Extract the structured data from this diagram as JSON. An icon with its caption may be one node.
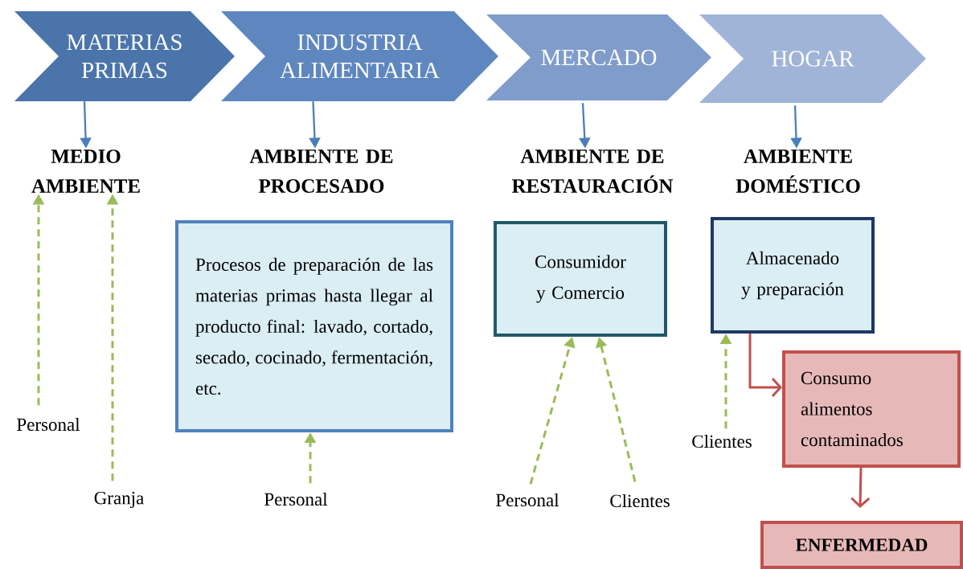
{
  "diagram": {
    "nodes": [
      {
        "text": [
          "MATERIAS PRIMAS"
        ]
      },
      {
        "text": [
          "INDUSTRIA ALIMENTARIA"
        ]
      },
      {
        "text": [
          "MERCADO"
        ]
      },
      {
        "text": [
          "HOGAR"
        ]
      },
      {
        "text": [
          "MEDIO AMBIENTE"
        ]
      },
      {
        "text": [
          "AMBIENTE DE PROCESADO"
        ]
      },
      {
        "text": [
          "AMBIENTE DE RESTAURACIÓN"
        ]
      },
      {
        "text": [
          "AMBIENTE DOMÉSTICO"
        ]
      },
      {
        "text": [
          "Procesos de preparación de las materias primas hasta llegar al producto final: lavado, cortado, secado, cocinado, fermentación, etc."
        ]
      },
      {
        "text": [
          "Consumidor y Comercio"
        ]
      },
      {
        "text": [
          "Almacenado y preparación"
        ]
      },
      {
        "text": [
          "Consumo alimentos contaminados"
        ]
      },
      {
        "text": [
          "ENFERMEDAD"
        ]
      },
      {
        "text": [
          "Personal"
        ]
      },
      {
        "text": [
          "Granja"
        ]
      },
      {
        "text": [
          "Personal"
        ]
      },
      {
        "text": [
          "Personal"
        ]
      },
      {
        "text": [
          "Clientes"
        ]
      },
      {
        "text": [
          "Clientes"
        ]
      }
    ],
    "edges": [
      {
        "from": 0,
        "to": 4,
        "arrow": "to",
        "color": "#4a7ebb"
      },
      {
        "from": 1,
        "to": 5,
        "arrow": "to",
        "color": "#4a7ebb"
      },
      {
        "from": 2,
        "to": 6,
        "arrow": "to",
        "color": "#4a7ebb"
      },
      {
        "from": 3,
        "to": 7,
        "arrow": "to",
        "color": "#4a7ebb"
      },
      {
        "from": 13,
        "to": 4,
        "arrow": "to",
        "style": "dashed"
      },
      {
        "from": 14,
        "to": 4,
        "arrow": "to",
        "style": "dashed"
      },
      {
        "from": 15,
        "to": 8,
        "arrow": "to",
        "style": "dashed"
      },
      {
        "from": 16,
        "to": 9,
        "arrow": "to",
        "style": "dashed"
      },
      {
        "from": 17,
        "to": 9,
        "arrow": "to",
        "style": "dashed"
      },
      {
        "from": 18,
        "to": 10,
        "arrow": "to",
        "style": "dashed"
      },
      {
        "from": 10,
        "to": 11,
        "arrow": "to",
        "color": "#c0504d"
      },
      {
        "from": 11,
        "to": 12,
        "arrow": "to",
        "color": "#c0504d"
      }
    ]
  }
}
